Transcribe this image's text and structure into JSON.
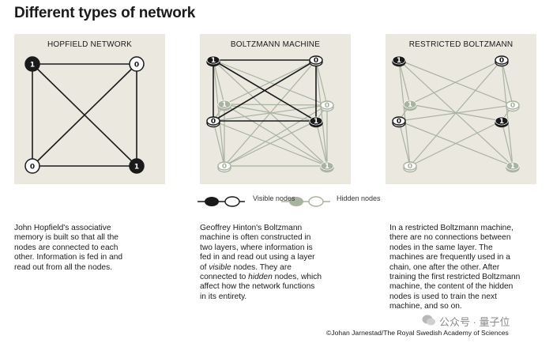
{
  "title": "Different types of network",
  "colors": {
    "panel_bg": "#ebe8e0",
    "visible_edge": "#1a1a1a",
    "hidden_edge": "#a8b3a0",
    "hidden_node": "#a8b3a0"
  },
  "panels": [
    {
      "title": "HOPFIELD NETWORK"
    },
    {
      "title": "BOLTZMANN MACHINE"
    },
    {
      "title": "RESTRICTED BOLTZMANN"
    }
  ],
  "hopfield": {
    "nodes": [
      {
        "id": "tl",
        "value": "1",
        "filled": true
      },
      {
        "id": "tr",
        "value": "0",
        "filled": false
      },
      {
        "id": "bl",
        "value": "0",
        "filled": false
      },
      {
        "id": "br",
        "value": "1",
        "filled": true
      }
    ]
  },
  "boltzmann": {
    "visible_nodes": [
      {
        "id": "v1",
        "value": "1",
        "filled": true
      },
      {
        "id": "v2",
        "value": "0",
        "filled": false
      },
      {
        "id": "v3",
        "value": "0",
        "filled": false
      },
      {
        "id": "v4",
        "value": "1",
        "filled": true
      }
    ],
    "hidden_nodes": [
      {
        "id": "h1",
        "value": "1",
        "filled": true
      },
      {
        "id": "h2",
        "value": "0",
        "filled": false
      },
      {
        "id": "h3",
        "value": "0",
        "filled": false
      },
      {
        "id": "h4",
        "value": "1",
        "filled": true
      }
    ]
  },
  "legend": {
    "visible": "Visible nodes",
    "hidden": "Hidden nodes"
  },
  "descriptions": {
    "hopfield": [
      "John Hopfield's associative",
      "memory is built so that all the",
      "nodes are connected to each",
      "other. Information is fed in and",
      "read out from all the nodes."
    ],
    "boltzmann": [
      "Geoffrey Hinton's Boltzmann",
      "machine is often constructed in",
      "two layers, where information is",
      "fed in and read out using a layer",
      "of visible nodes. They are",
      "connected to hidden nodes, which",
      "affect how the network functions",
      "in its entirety."
    ],
    "restricted": [
      "In a restricted Boltzmann machine,",
      "there are no connections between",
      "nodes in the same layer. The",
      "machines are frequently used in a",
      "chain, one after the other. After",
      "training the first restricted Boltzmann",
      "machine, the content of the hidden",
      "nodes is used to train the next",
      "machine, and so on."
    ]
  },
  "credit": "©Johan Jarnestad/The Royal Swedish Academy of Sciences",
  "watermark": "公众号 · 量子位"
}
